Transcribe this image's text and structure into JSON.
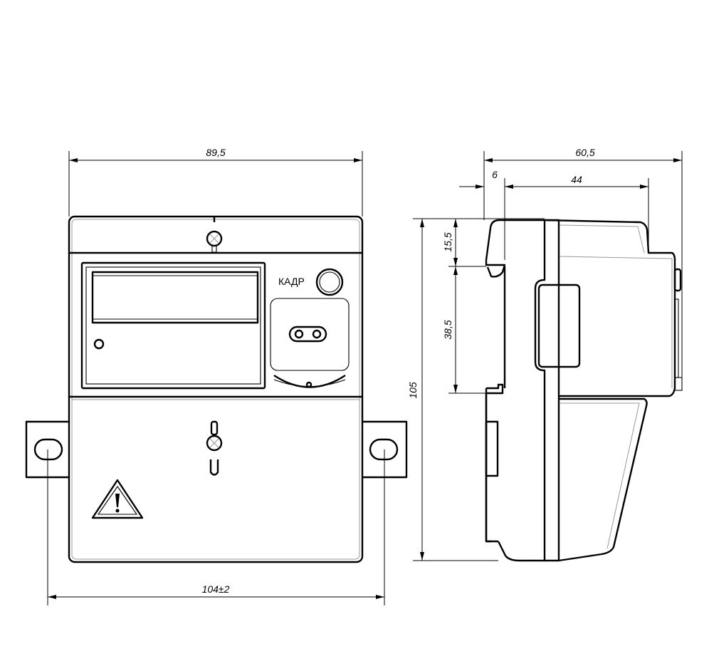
{
  "front_view": {
    "button_label": "КАДР",
    "dimensions": {
      "width": "89,5",
      "mounting_width": "104±2"
    }
  },
  "side_view": {
    "dimensions": {
      "depth": "60,5",
      "rail_offset": "6",
      "body_depth": "44",
      "height": "105",
      "top_to_rail": "15,5",
      "rail_height": "38,5"
    }
  }
}
